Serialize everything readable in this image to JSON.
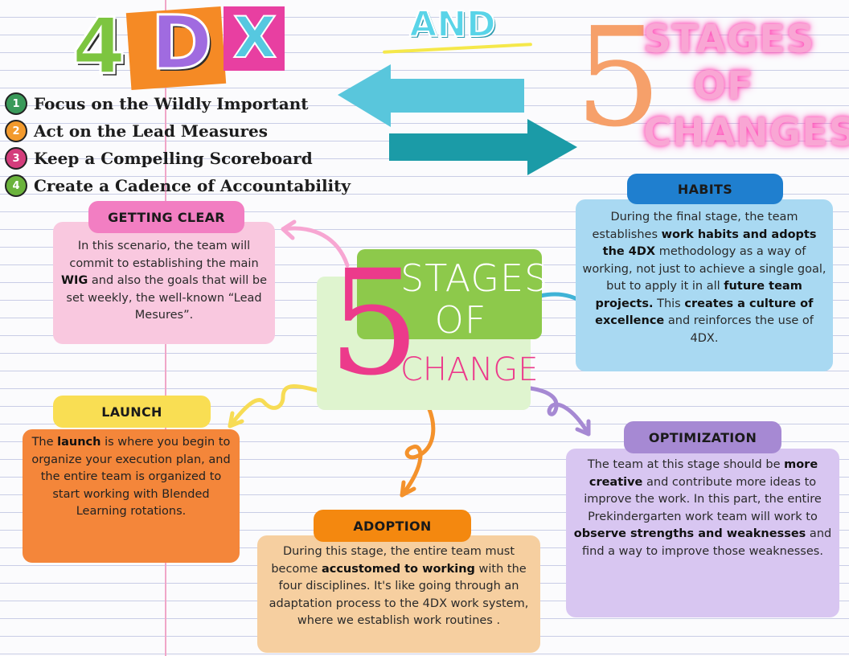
{
  "header": {
    "title_4": "4",
    "title_d": "D",
    "title_x": "X",
    "and": "AND",
    "five": "5",
    "stages_line1": "STAGES",
    "stages_line2": "OF",
    "stages_line3": "CHANGES"
  },
  "disciplines": [
    {
      "num": "1",
      "text": "Focus on the Wildly Important",
      "color": "#3a9a5a"
    },
    {
      "num": "2",
      "text": "Act on the Lead Measures",
      "color": "#f39a2c"
    },
    {
      "num": "3",
      "text": "Keep a Compelling Scoreboard",
      "color": "#d43d7c"
    },
    {
      "num": "4",
      "text": "Create a Cadence of Accountability",
      "color": "#6bb33c"
    }
  ],
  "center": {
    "five": "5",
    "stages": "STAGES",
    "of": "OF",
    "change": "CHANGE"
  },
  "stages": {
    "getting_clear": {
      "label": "GETTING CLEAR",
      "p1": "In this scenario, the team will commit to establishing the main ",
      "b1": "WIG",
      "p2": " and also the goals that will be set weekly, the well-known “Lead Mesures”."
    },
    "habits": {
      "label": "HABITS",
      "p1": "During the final stage, the team establishes ",
      "b1": "work habits and adopts the 4DX",
      "p2": " methodology as a way of working, not just to achieve a single goal, but to apply it in all ",
      "b2": "future team projects.",
      "p3": " This ",
      "b3": "creates a culture of excellence",
      "p4": " and reinforces the use of 4DX."
    },
    "launch": {
      "label": "LAUNCH",
      "p1": "The ",
      "b1": "launch",
      "p2": " is where you begin to organize your execution plan, and the entire team is organized to start working with Blended Learning rotations."
    },
    "optimization": {
      "label": "OPTIMIZATION",
      "p1": "The team at this stage should be ",
      "b1": "more creative",
      "p2": " and contribute more ideas to improve the work. In this part, the entire Prekindergarten work team will work to ",
      "b2": "observe strengths and weaknesses",
      "p3": " and find a way to improve those weaknesses."
    },
    "adoption": {
      "label": "ADOPTION",
      "p1": "During this stage, the entire team must become ",
      "b1": "accustomed to working",
      "p2": " with the four disciplines. It's like going through an adaptation process to the 4DX work system, where we establish work routines ."
    }
  }
}
